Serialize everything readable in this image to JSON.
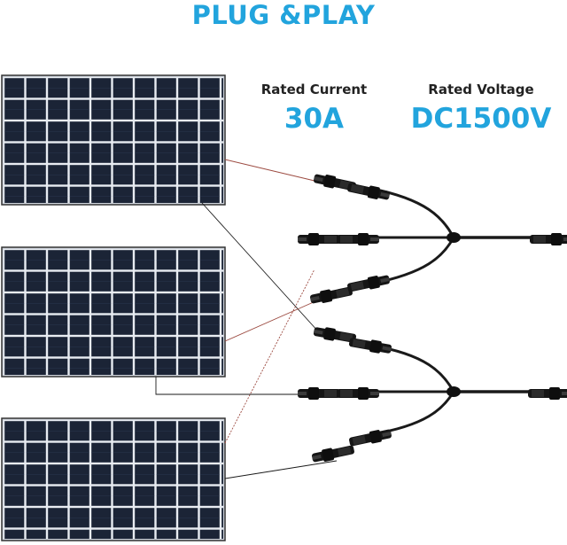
{
  "title": "PLUG &PLAY",
  "specs": {
    "current_label": "Rated Current",
    "current_value": "30A",
    "voltage_label": "Rated Voltage",
    "voltage_value": "DC1500V"
  },
  "colors": {
    "accent": "#22a4dd",
    "panel_cell": "#1b2436",
    "panel_grid": "#e8ecf2",
    "cable": "#1a1a1a",
    "pos_wire": "#9c4a40"
  }
}
